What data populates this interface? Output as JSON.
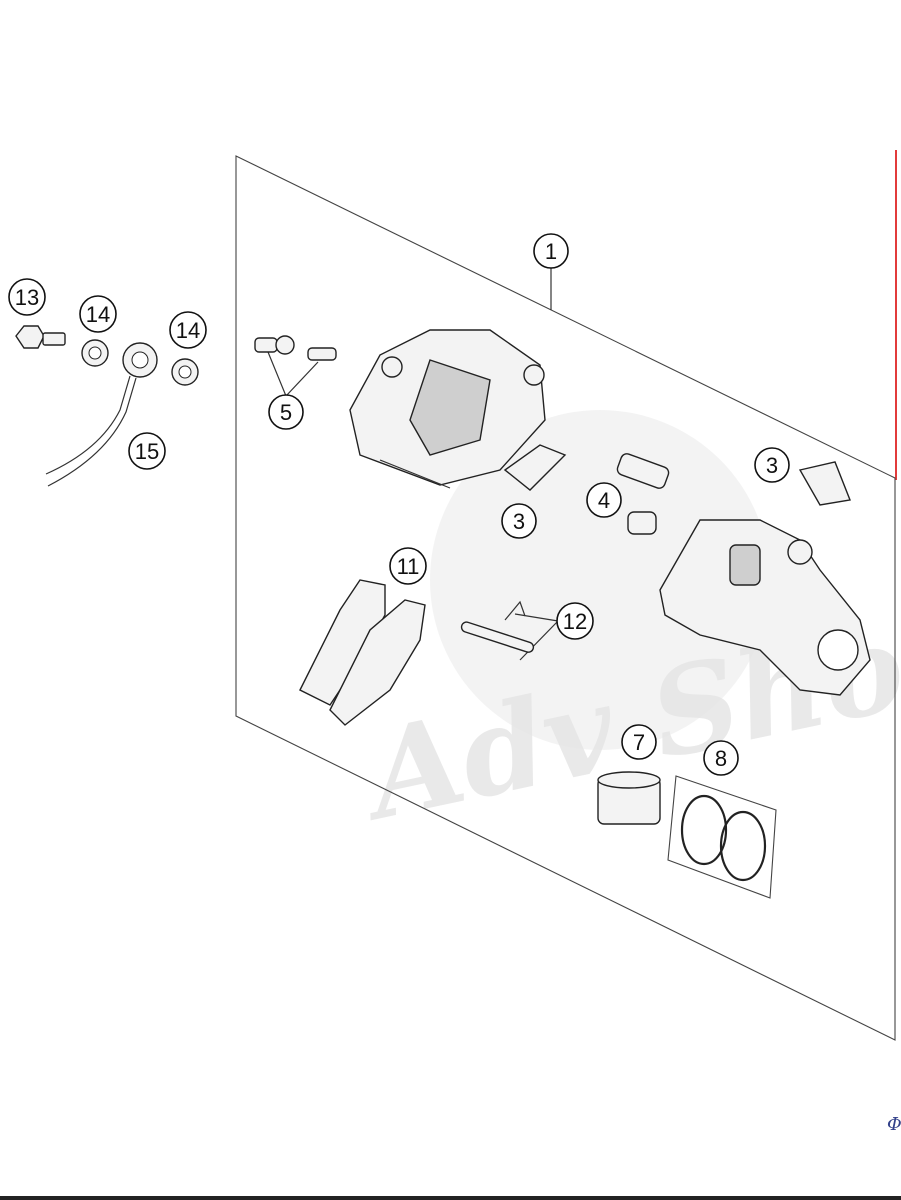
{
  "diagram": {
    "callouts": [
      {
        "label": "1"
      },
      {
        "label": "3"
      },
      {
        "label": "3"
      },
      {
        "label": "4"
      },
      {
        "label": "5"
      },
      {
        "label": "7"
      },
      {
        "label": "8"
      },
      {
        "label": "11"
      },
      {
        "label": "12"
      },
      {
        "label": "13"
      },
      {
        "label": "14"
      },
      {
        "label": "14"
      },
      {
        "label": "15"
      }
    ],
    "watermark": "Adv Shop",
    "corner_glyph": "Φ"
  }
}
